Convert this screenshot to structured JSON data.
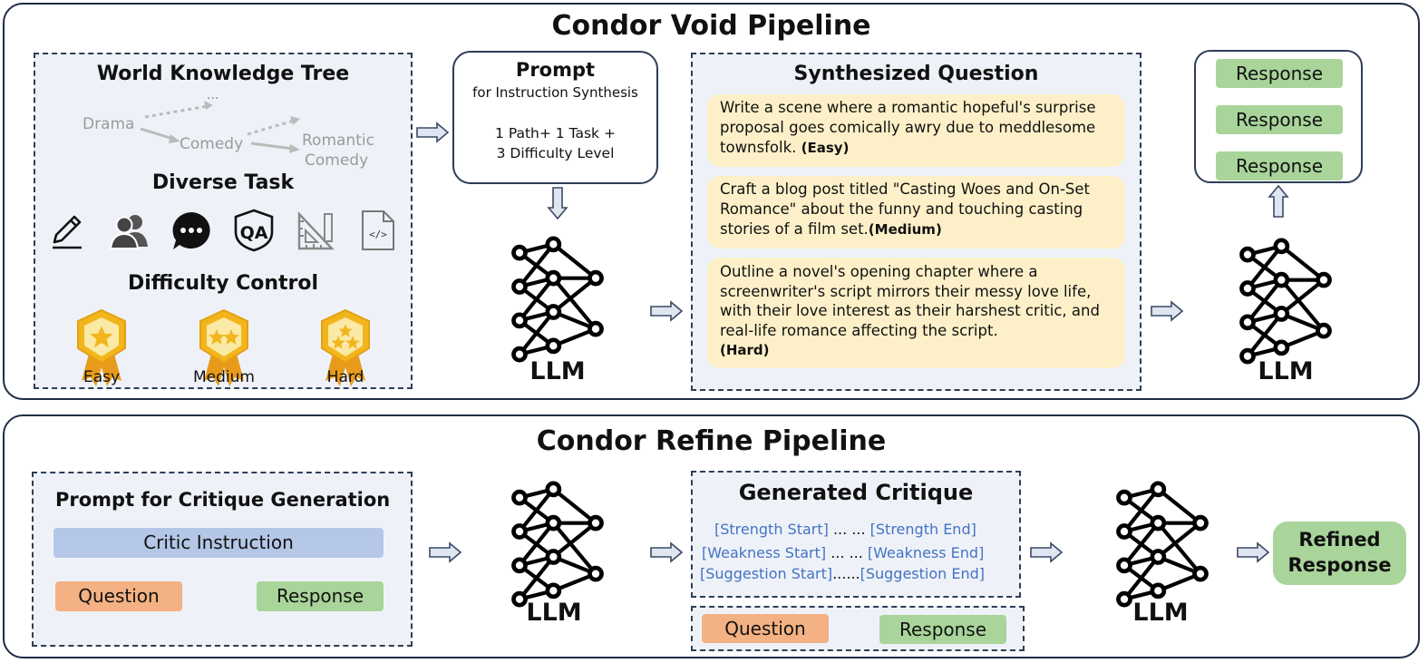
{
  "void_pipeline": {
    "title": "Condor Void Pipeline",
    "knowledge_tree": {
      "title": "World Knowledge Tree",
      "nodes": {
        "drama": "Drama",
        "comedy": "Comedy",
        "romantic": "Romantic",
        "romantic_comedy": "Comedy",
        "ellipsis": "..."
      }
    },
    "diverse_task": {
      "title": "Diverse Task",
      "icons": [
        "pencil-icon",
        "users-icon",
        "chat-icon",
        "qa-icon",
        "ruler-icon",
        "code-file-icon"
      ],
      "qa_text": "QA"
    },
    "difficulty": {
      "title": "Difficulty Control",
      "levels": [
        "Easy",
        "Medium",
        "Hard"
      ]
    },
    "prompt": {
      "title": "Prompt",
      "subtitle": "for Instruction Synthesis",
      "line1": "1 Path+ 1 Task +",
      "line2": "3 Difficulty Level"
    },
    "llm_label": "LLM",
    "synthesized": {
      "title": "Synthesized Question",
      "questions": [
        {
          "text": "Write a scene where a romantic hopeful's surprise proposal goes comically awry due to meddlesome townsfolk. ",
          "level": "(Easy)"
        },
        {
          "text": "Craft a blog post titled \"Casting Woes and On-Set Romance\" about the funny and touching casting stories of a film set.",
          "level": "(Medium)"
        },
        {
          "text": "Outline a novel's opening chapter where a screenwriter's script mirrors their messy love life, with their love interest as their harshest critic, and real-life romance affecting the script.",
          "level": "(Hard)"
        }
      ]
    },
    "responses": [
      "Response",
      "Response",
      "Response"
    ]
  },
  "refine_pipeline": {
    "title": "Condor Refine Pipeline",
    "critique_prompt": {
      "title": "Prompt for Critique Generation",
      "critic": "Critic Instruction",
      "question": "Question",
      "response": "Response"
    },
    "llm_label": "LLM",
    "generated_critique": {
      "title": "Generated Critique",
      "rows": [
        {
          "start": "[Strength Start]",
          "sep": " ... ... ",
          "end": "[Strength End]"
        },
        {
          "start": "[Weakness Start]",
          "sep": " ... ... ",
          "end": "[Weakness End]"
        },
        {
          "start": "[Suggestion Start]",
          "sep": "......",
          "end": "[Suggestion End]"
        }
      ],
      "question": "Question",
      "response": "Response"
    },
    "refined": {
      "line1": "Refined",
      "line2": "Response"
    }
  },
  "colors": {
    "border": "#1f2d44",
    "panel": "#eef2f8",
    "question_fill": "#fdf0c8",
    "green": "#a9d49a",
    "orange": "#f4b183",
    "blue": "#b4c7e7",
    "critique_tag": "#4472c4",
    "gold": "#f2b51c"
  }
}
